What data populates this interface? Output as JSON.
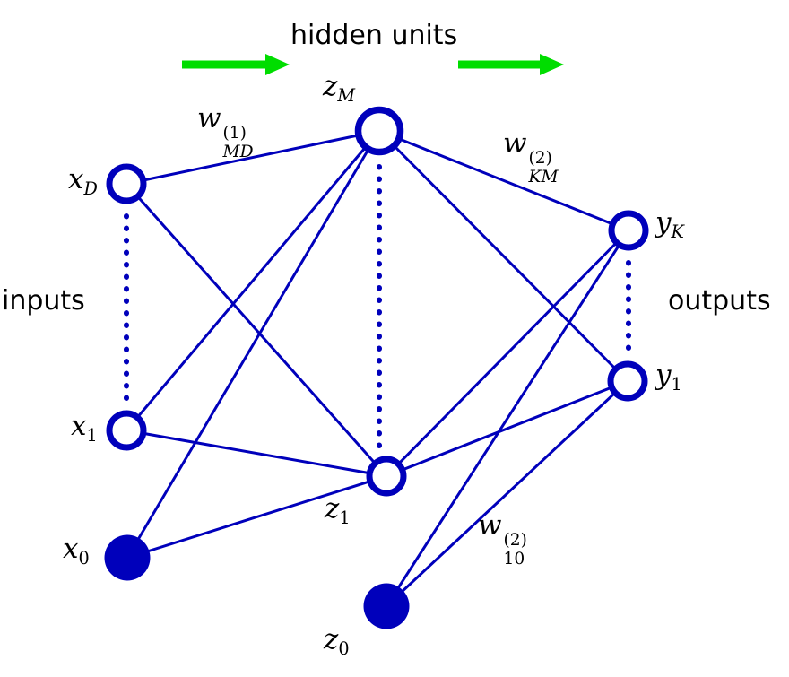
{
  "diagram": {
    "title": "hidden units",
    "left_label": "inputs",
    "right_label": "outputs"
  },
  "labels": {
    "xD": {
      "base": "x",
      "sub": "D"
    },
    "x1": {
      "base": "x",
      "sub": "1"
    },
    "x0": {
      "base": "x",
      "sub": "0"
    },
    "zM": {
      "base": "z",
      "sub": "M"
    },
    "z1": {
      "base": "z",
      "sub": "1"
    },
    "z0": {
      "base": "z",
      "sub": "0"
    },
    "yK": {
      "base": "y",
      "sub": "K"
    },
    "y1": {
      "base": "y",
      "sub": "1"
    },
    "w_layer1": {
      "base": "w",
      "sup": "(1)",
      "sub": "MD"
    },
    "w_layer2": {
      "base": "w",
      "sup": "(2)",
      "sub": "KM"
    },
    "w_bias": {
      "base": "w",
      "sup": "(2)",
      "sub": "10"
    }
  },
  "colors": {
    "node_blue": "#0000bb",
    "arrow_green": "#00dd00",
    "text_black": "#000000",
    "background": "#ffffff"
  }
}
